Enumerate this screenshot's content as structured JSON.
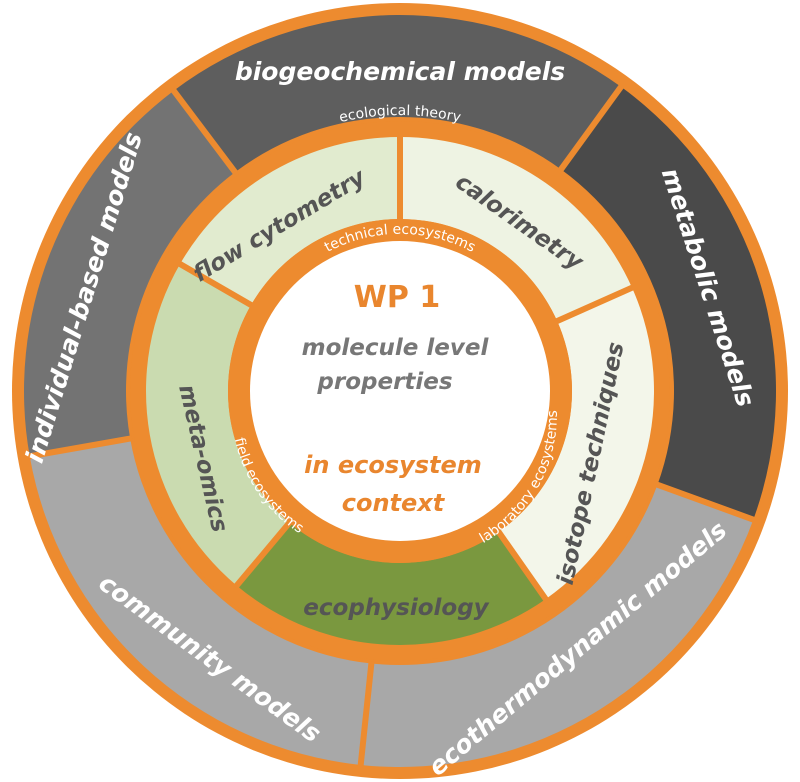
{
  "colors": {
    "orange": "#ed8b2f",
    "dark_gray": "#5e5e5e",
    "darker_gray": "#4a4a4a",
    "mid_gray": "#737373",
    "light_gray": "#a8a8a8",
    "pale_green": "#e1ebcf",
    "paler_green": "#eef3e3",
    "lightest_green": "#f3f6ea",
    "green": "#cadbb0",
    "olive": "#7a983f",
    "text_gray": "#555555",
    "title_orange": "#e9862e"
  },
  "outer_ring": [
    {
      "label": "biogeochemical models",
      "color": "dark_gray"
    },
    {
      "label": "metabolic models",
      "color": "darker_gray"
    },
    {
      "label": "ecothermodynamic models",
      "color": "light_gray"
    },
    {
      "label": "community models",
      "color": "light_gray"
    },
    {
      "label": "individual-based models",
      "color": "mid_gray"
    }
  ],
  "middle_ring": [
    {
      "label": "flow cytometry",
      "color": "pale_green"
    },
    {
      "label": "calorimetry",
      "color": "paler_green"
    },
    {
      "label": "isotope techniques",
      "color": "lightest_green"
    },
    {
      "label": "ecophysiology",
      "color": "olive"
    },
    {
      "label": "meta-omics",
      "color": "green"
    }
  ],
  "orange_ring": {
    "top": "ecological theory"
  },
  "inner_ring": {
    "top": "technical ecosystems",
    "right": "laboratory ecosystems",
    "left": "field ecosystems"
  },
  "center": {
    "title": "WP 1",
    "line1": "molecule level",
    "line2": "properties",
    "line3": "in ecosystem",
    "line4": "context"
  }
}
